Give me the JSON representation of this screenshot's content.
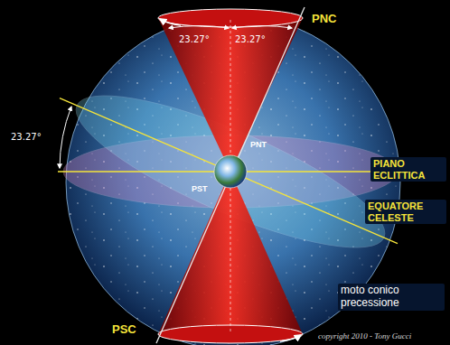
{
  "diagram": {
    "labels": [
      "PNC",
      "23.27°",
      "23.27°",
      "23.27°",
      "PNT",
      "PST",
      "PIANO ECLITTICA",
      "EQUATORE CELESTE",
      "PSC",
      "moto conico precessione",
      "copyright 2010 - Tony Gucci"
    ]
  }
}
